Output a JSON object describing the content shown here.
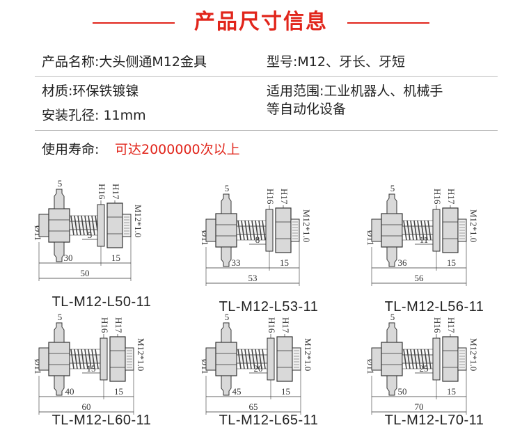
{
  "header": {
    "title": "产品尺寸信息"
  },
  "specs": {
    "name": "产品名称:大头侧通M12金具",
    "model": "型号:M12、牙长、牙短",
    "material": "材质:环保铁镀镍",
    "application_line1": "适用范围:工业机器人、机械手",
    "application_line2": "等自动化设备",
    "hole": "安装孔径: 11mm",
    "life_label": "使用寿命:",
    "life_value": "可达2000000次以上"
  },
  "colors": {
    "accent": "#e1251b",
    "text": "#222222",
    "metal": "#d9d9d9",
    "outline": "#333333"
  },
  "common_labels": {
    "port": "5",
    "h16": "H16",
    "h17": "H17",
    "thread": "M12*1.0",
    "dia": "Ø11"
  },
  "parts": [
    {
      "model": "TL-M12-L50-11",
      "total": "50",
      "body": "30",
      "tail": "15",
      "stroke": "5"
    },
    {
      "model": "TL-M12-L53-11",
      "total": "53",
      "body": "33",
      "tail": "15",
      "stroke": "8"
    },
    {
      "model": "TL-M12-L56-11",
      "total": "56",
      "body": "36",
      "tail": "15",
      "stroke": "11"
    },
    {
      "model": "TL-M12-L60-11",
      "total": "60",
      "body": "40",
      "tail": "15",
      "stroke": "15"
    },
    {
      "model": "TL-M12-L65-11",
      "total": "65",
      "body": "45",
      "tail": "15",
      "stroke": "20"
    },
    {
      "model": "TL-M12-L70-11",
      "total": "70",
      "body": "50",
      "tail": "15",
      "stroke": "25"
    }
  ]
}
